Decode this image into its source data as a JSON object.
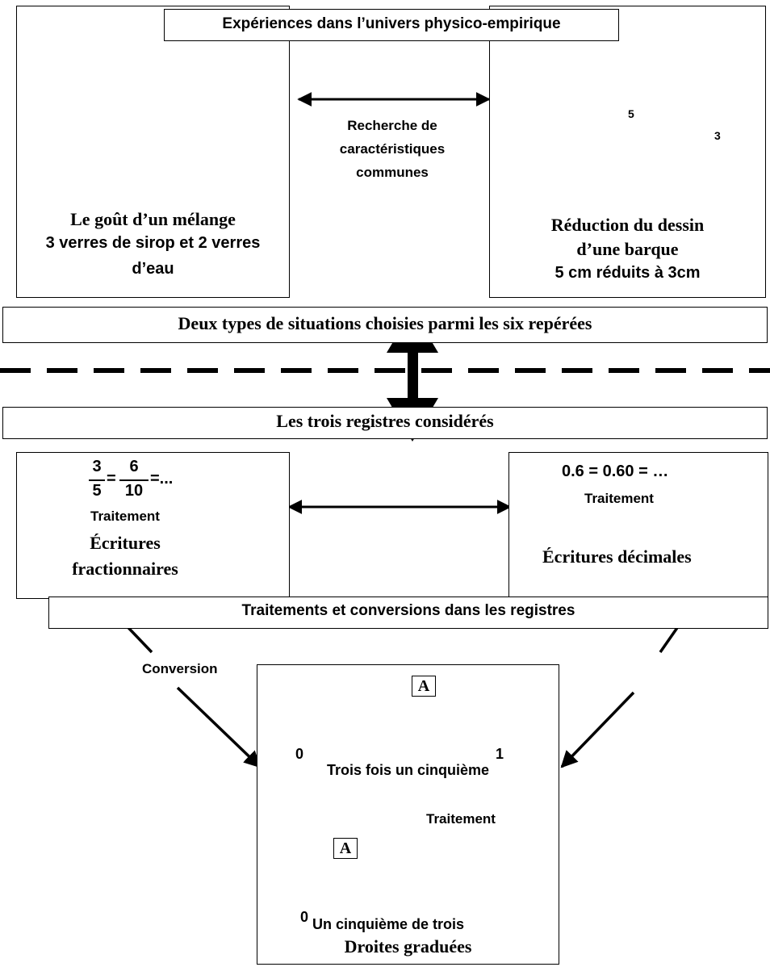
{
  "top": {
    "title": "Expériences dans l’univers physico-empirique",
    "center_label": [
      "Recherche de",
      "caractéristiques",
      "communes"
    ],
    "left_box": {
      "title": "Le goût d’un mélange",
      "line1": "3 verres de sirop et 2 verres",
      "line2": "d’eau"
    },
    "right_box": {
      "title_line1": "Réduction du dessin",
      "title_line2": "d’une barque",
      "subtitle": "5 cm réduits à 3cm",
      "big_boat_label": "5",
      "small_boat_label": "3"
    }
  },
  "banner_situations": "Deux types de situations choisies parmi les six repérées",
  "banner_registres": "Les trois registres considérés",
  "registre_fractions": {
    "frac1_num": "3",
    "frac1_den": "5",
    "eq1": "=",
    "frac2_num": "6",
    "frac2_den": "10",
    "eq2": "=...",
    "treatment": "Traitement",
    "title_line1": "Écritures",
    "title_line2": "fractionnaires"
  },
  "registre_decimales": {
    "formula": "0.6 = 0.60 = …",
    "treatment": "Traitement",
    "title": "Écritures décimales"
  },
  "banner_traitements": "Traitements et conversions dans les registres",
  "conversion_label": "Conversion",
  "droites": {
    "marker_label": "A",
    "line1_start": "0",
    "line1_end": "1",
    "line1_caption": "Trois fois un cinquième",
    "treatment": "Traitement",
    "line2_start": "0",
    "line2_caption": "Un cinquième de trois",
    "title": "Droites graduées"
  },
  "colors": {
    "glass_full": "#808080",
    "stripe": "#b0b0b0",
    "stroke": "#000000"
  }
}
